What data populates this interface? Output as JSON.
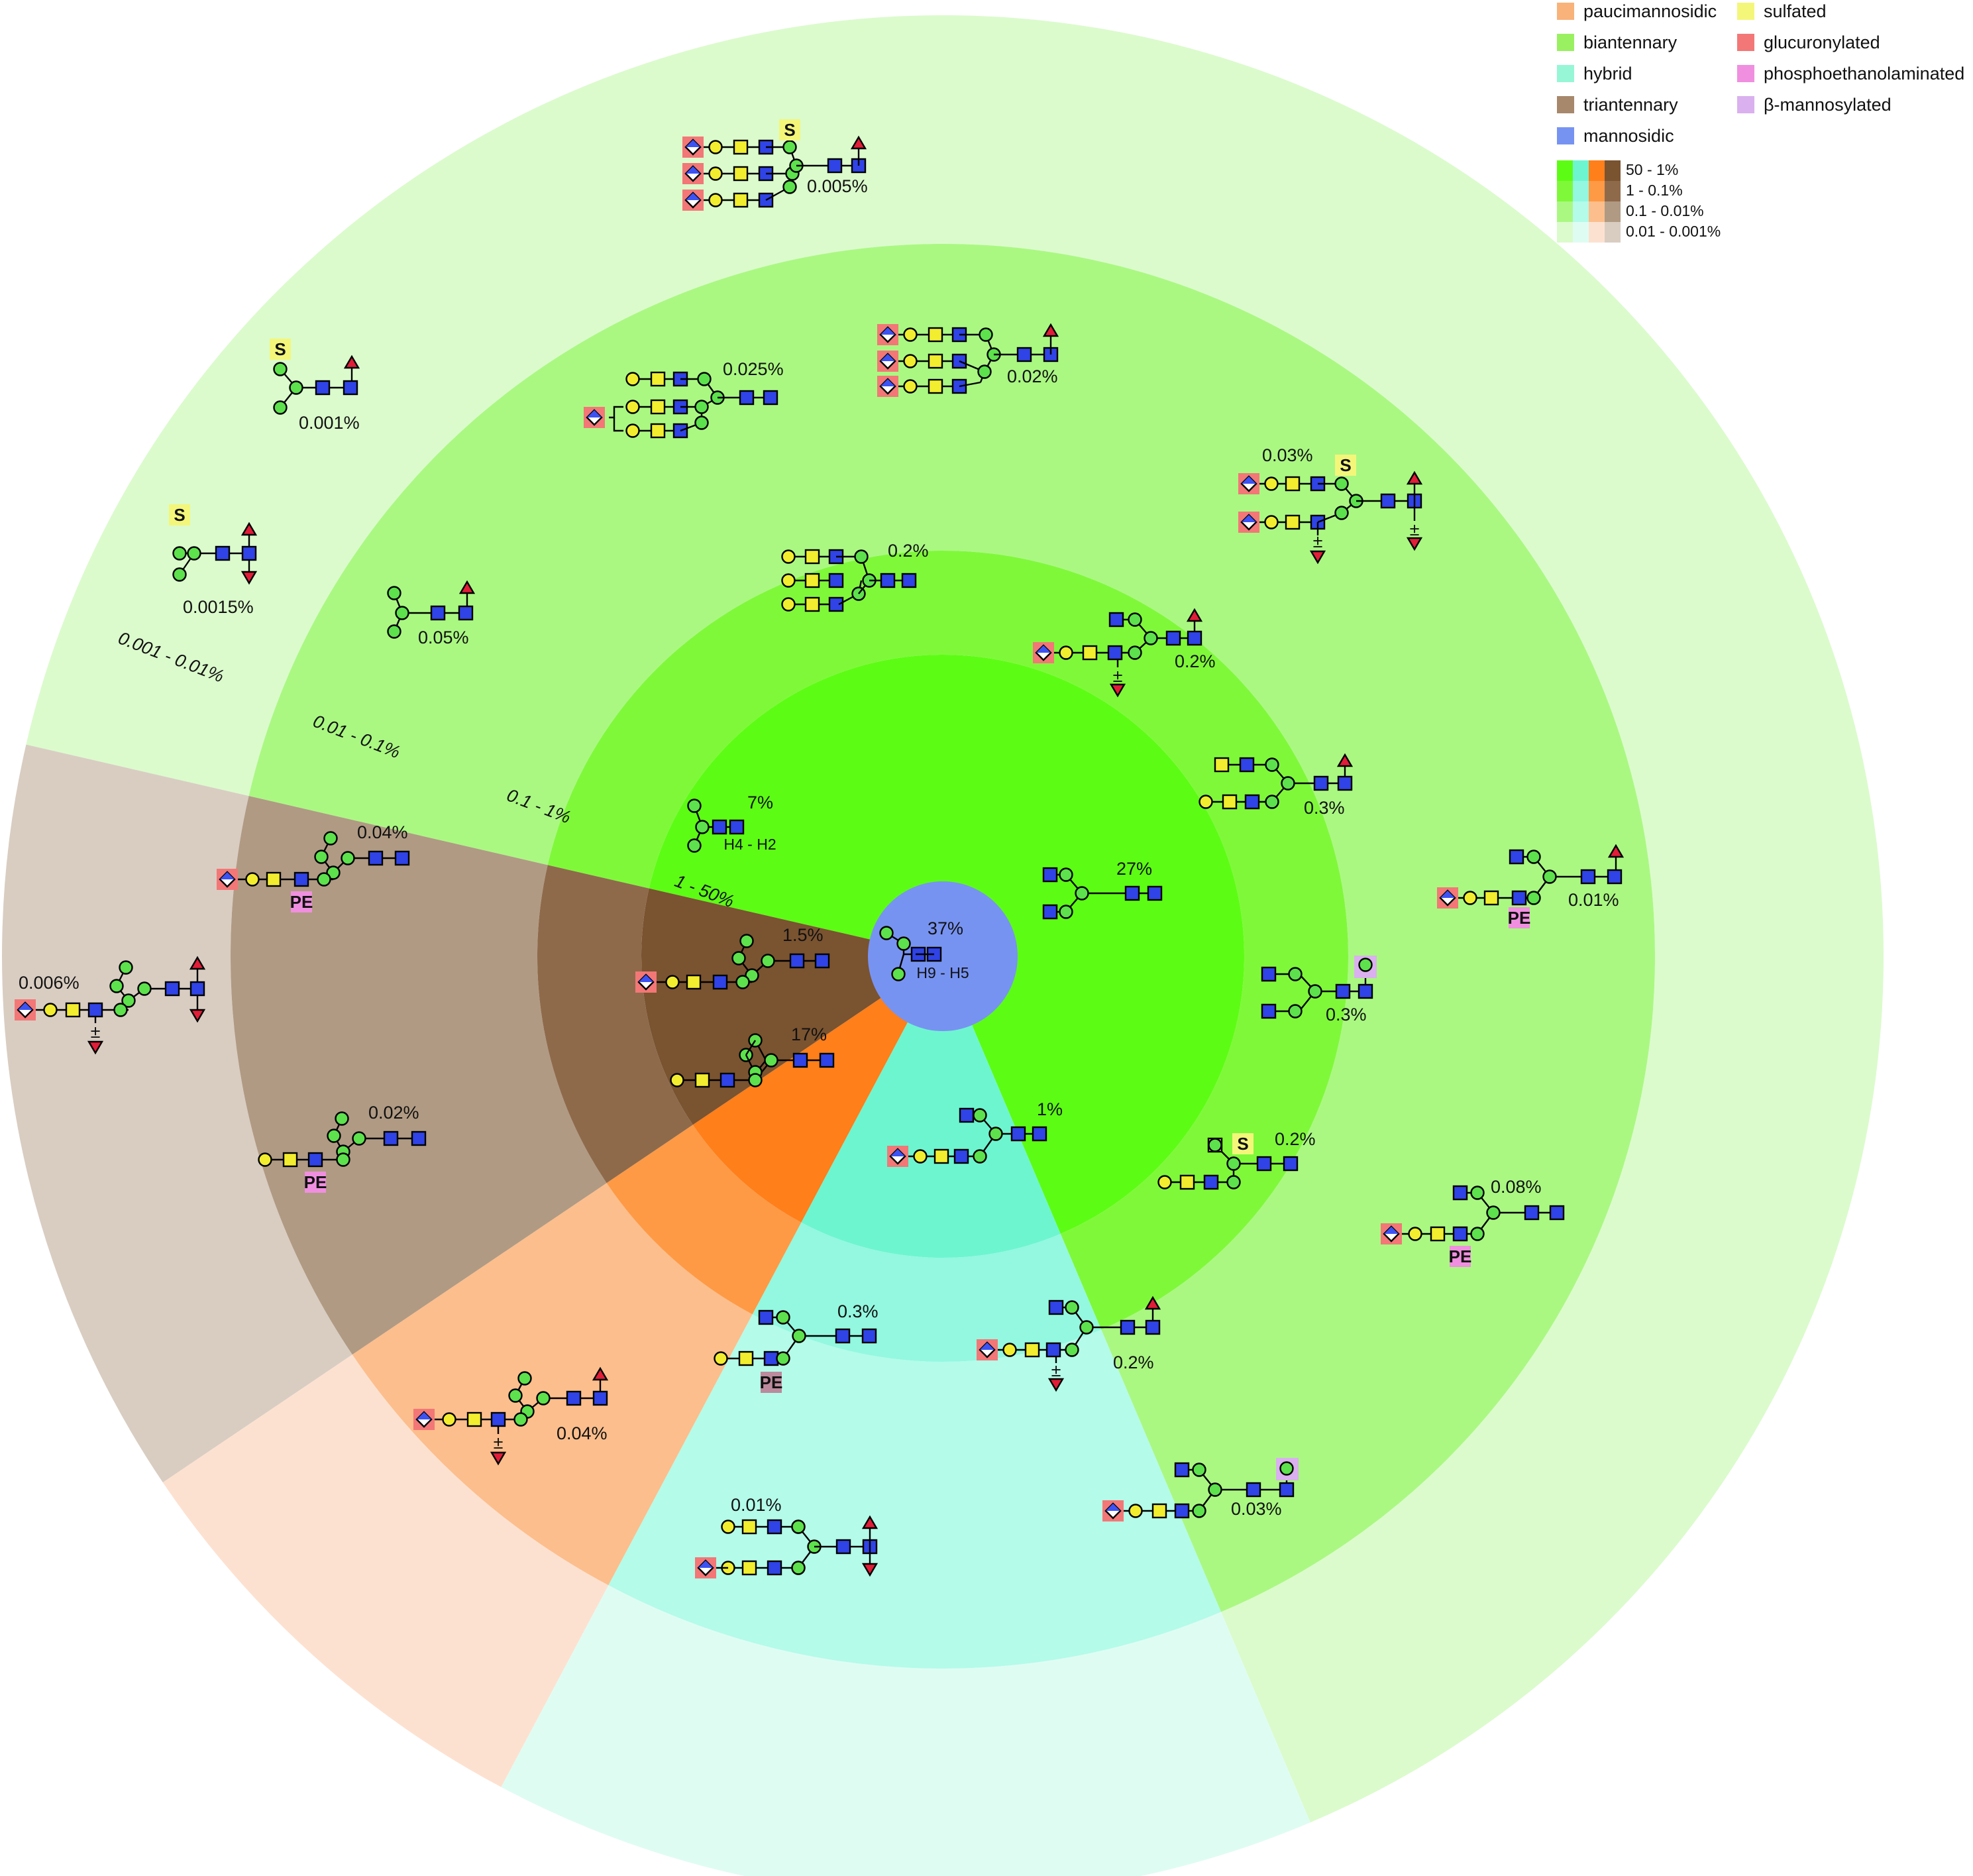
{
  "colors": {
    "paucimannosidic": "#f9b27a",
    "biantennary": "#99f060",
    "hybrid": "#97f6d6",
    "triantennary": "#a7886c",
    "mannosidic": "#7793f2",
    "sulfated": "#f4f67a",
    "glucuronylated": "#f37777",
    "phosphoethanolaminated": "#f08fdf",
    "beta_mannosylated": "#dab0ee",
    "mannose": "#5de14c",
    "galactose": "#f2ed2e",
    "glcnac": "#2f43e6",
    "fucose": "#e11d38",
    "glca_diamond": "#3c52f2"
  },
  "legend": {
    "items": [
      {
        "label": "paucimannosidic",
        "color": "#f9b27a"
      },
      {
        "label": "biantennary",
        "color": "#99f060"
      },
      {
        "label": "hybrid",
        "color": "#97f6d6"
      },
      {
        "label": "triantennary",
        "color": "#a7886c"
      },
      {
        "label": "mannosidic",
        "color": "#7793f2"
      },
      {
        "label": "sulfated",
        "color": "#f4f67a"
      },
      {
        "label": "glucuronylated",
        "color": "#f37777"
      },
      {
        "label": "phosphoethanolaminated",
        "color": "#f08fdf"
      },
      {
        "label": "β-mannosylated",
        "color": "#dab0ee"
      }
    ],
    "scale_labels": [
      "50 - 1%",
      "1 - 0.1%",
      "0.1 - 0.01%",
      "0.01 - 0.001%"
    ],
    "scale_colors": [
      [
        "#5dfc14",
        "#6df5d0",
        "#ff7f1a",
        "#7a5330"
      ],
      [
        "#7ff83a",
        "#93f8df",
        "#fe9a45",
        "#8e6a4b"
      ],
      [
        "#aaf882",
        "#b4fbe9",
        "#fcbe8c",
        "#b09a83"
      ],
      [
        "#dbfbcc",
        "#dffcf3",
        "#fde1d0",
        "#d9cdc2"
      ]
    ]
  },
  "rings": {
    "labels": [
      "0.001 - 0.01%",
      "0.01 - 0.1%",
      "0.1 - 1%",
      "1 - 50%"
    ],
    "sectors": [
      {
        "category": "biantennary",
        "colors": [
          "#5dfc14",
          "#7ff83a",
          "#aaf882",
          "#dbfbcc"
        ]
      },
      {
        "category": "hybrid",
        "colors": [
          "#6df5d0",
          "#93f8df",
          "#b4fbe9",
          "#dffcf3"
        ]
      },
      {
        "category": "paucimannosidic",
        "colors": [
          "#ff7f1a",
          "#fe9a45",
          "#fcbe8c",
          "#fde1d0"
        ]
      },
      {
        "category": "triantennary",
        "colors": [
          "#7a5330",
          "#8e6a4b",
          "#b09a83",
          "#d9cdc2"
        ]
      }
    ],
    "center": {
      "pct": "37%",
      "range": "H9 - H5",
      "color": "#7793f2"
    }
  },
  "labels": {
    "pauci_core_pct": "7%",
    "pauci_core_range": "H4 - H2",
    "modification_tags": {
      "sulfate": "S",
      "pe": "PE",
      "plus_minus": "±"
    }
  },
  "glycans": [
    {
      "id": "center-h9h5",
      "pct": "37%"
    },
    {
      "id": "pauci-7",
      "pct": "7%"
    },
    {
      "id": "pauci-005",
      "pct": "0.05%"
    },
    {
      "id": "pauci-s-0015",
      "pct": "0.0015%"
    },
    {
      "id": "pauci-s-0001",
      "pct": "0.001%"
    },
    {
      "id": "tri-02",
      "pct": "0.2%"
    },
    {
      "id": "tri-0025",
      "pct": "0.025%"
    },
    {
      "id": "tri-002",
      "pct": "0.02%"
    },
    {
      "id": "tri-0005",
      "pct": "0.005%"
    },
    {
      "id": "bi-27",
      "pct": "27%"
    },
    {
      "id": "bi-1",
      "pct": "1%"
    },
    {
      "id": "bi-03a",
      "pct": "0.3%"
    },
    {
      "id": "bi-03b",
      "pct": "0.3%"
    },
    {
      "id": "bi-02a",
      "pct": "0.2%"
    },
    {
      "id": "bi-02b",
      "pct": "0.2%"
    },
    {
      "id": "bi-02c",
      "pct": "0.2%"
    },
    {
      "id": "bi-03c",
      "pct": "0.3%"
    },
    {
      "id": "bi-003a",
      "pct": "0.03%"
    },
    {
      "id": "bi-001a",
      "pct": "0.01%"
    },
    {
      "id": "bi-008",
      "pct": "0.08%"
    },
    {
      "id": "bi-003b",
      "pct": "0.03%"
    },
    {
      "id": "bi-001b",
      "pct": "0.01%"
    },
    {
      "id": "hy-17",
      "pct": "17%"
    },
    {
      "id": "hy-15",
      "pct": "1.5%"
    },
    {
      "id": "hy-004a",
      "pct": "0.04%"
    },
    {
      "id": "hy-002",
      "pct": "0.02%"
    },
    {
      "id": "hy-004b",
      "pct": "0.04%"
    },
    {
      "id": "hy-0006",
      "pct": "0.006%"
    }
  ]
}
